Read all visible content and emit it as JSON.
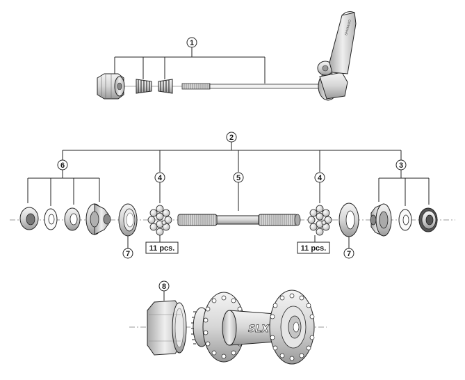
{
  "callouts": {
    "c1": "1",
    "c2": "2",
    "c3": "3",
    "c4a": "4",
    "c4b": "4",
    "c5": "5",
    "c6": "6",
    "c7a": "7",
    "c7b": "7",
    "c8": "8"
  },
  "quantities": {
    "left": "11 pcs.",
    "right": "11 pcs."
  },
  "brand": "SLX",
  "lever_text": "SHIMANO"
}
